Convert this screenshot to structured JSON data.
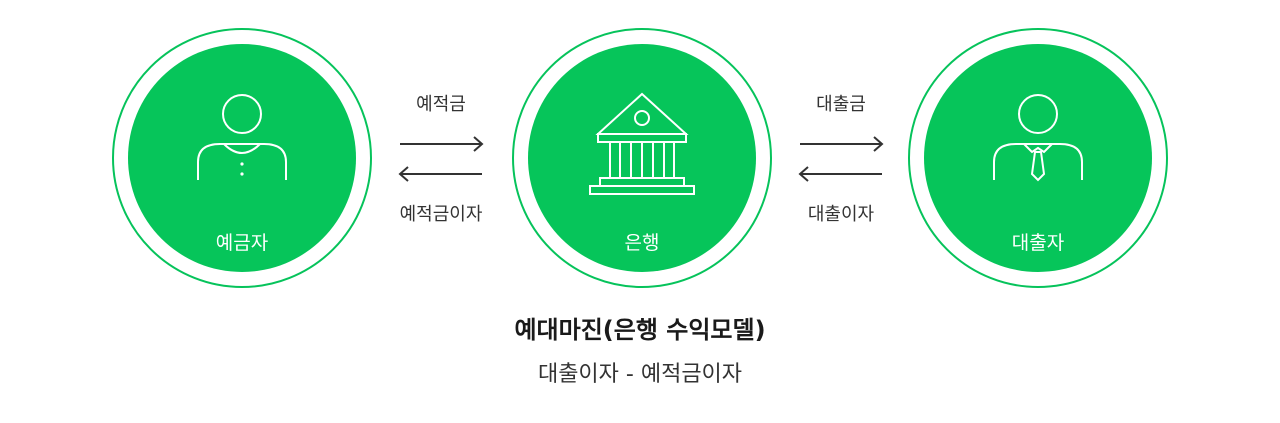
{
  "colors": {
    "accent": "#06c55a",
    "ring": "#06c35b",
    "arrow": "#333333"
  },
  "nodes": {
    "depositor": {
      "label": "예금자",
      "icon": "person-icon"
    },
    "bank": {
      "label": "은행",
      "icon": "bank-building-icon"
    },
    "borrower": {
      "label": "대출자",
      "icon": "person-with-tie-icon"
    }
  },
  "flows": {
    "left": {
      "top_label": "예적금",
      "bottom_label": "예적금이자"
    },
    "right": {
      "top_label": "대출금",
      "bottom_label": "대출이자"
    }
  },
  "summary": {
    "title": "예대마진(은행 수익모델)",
    "formula": "대출이자 - 예적금이자"
  }
}
